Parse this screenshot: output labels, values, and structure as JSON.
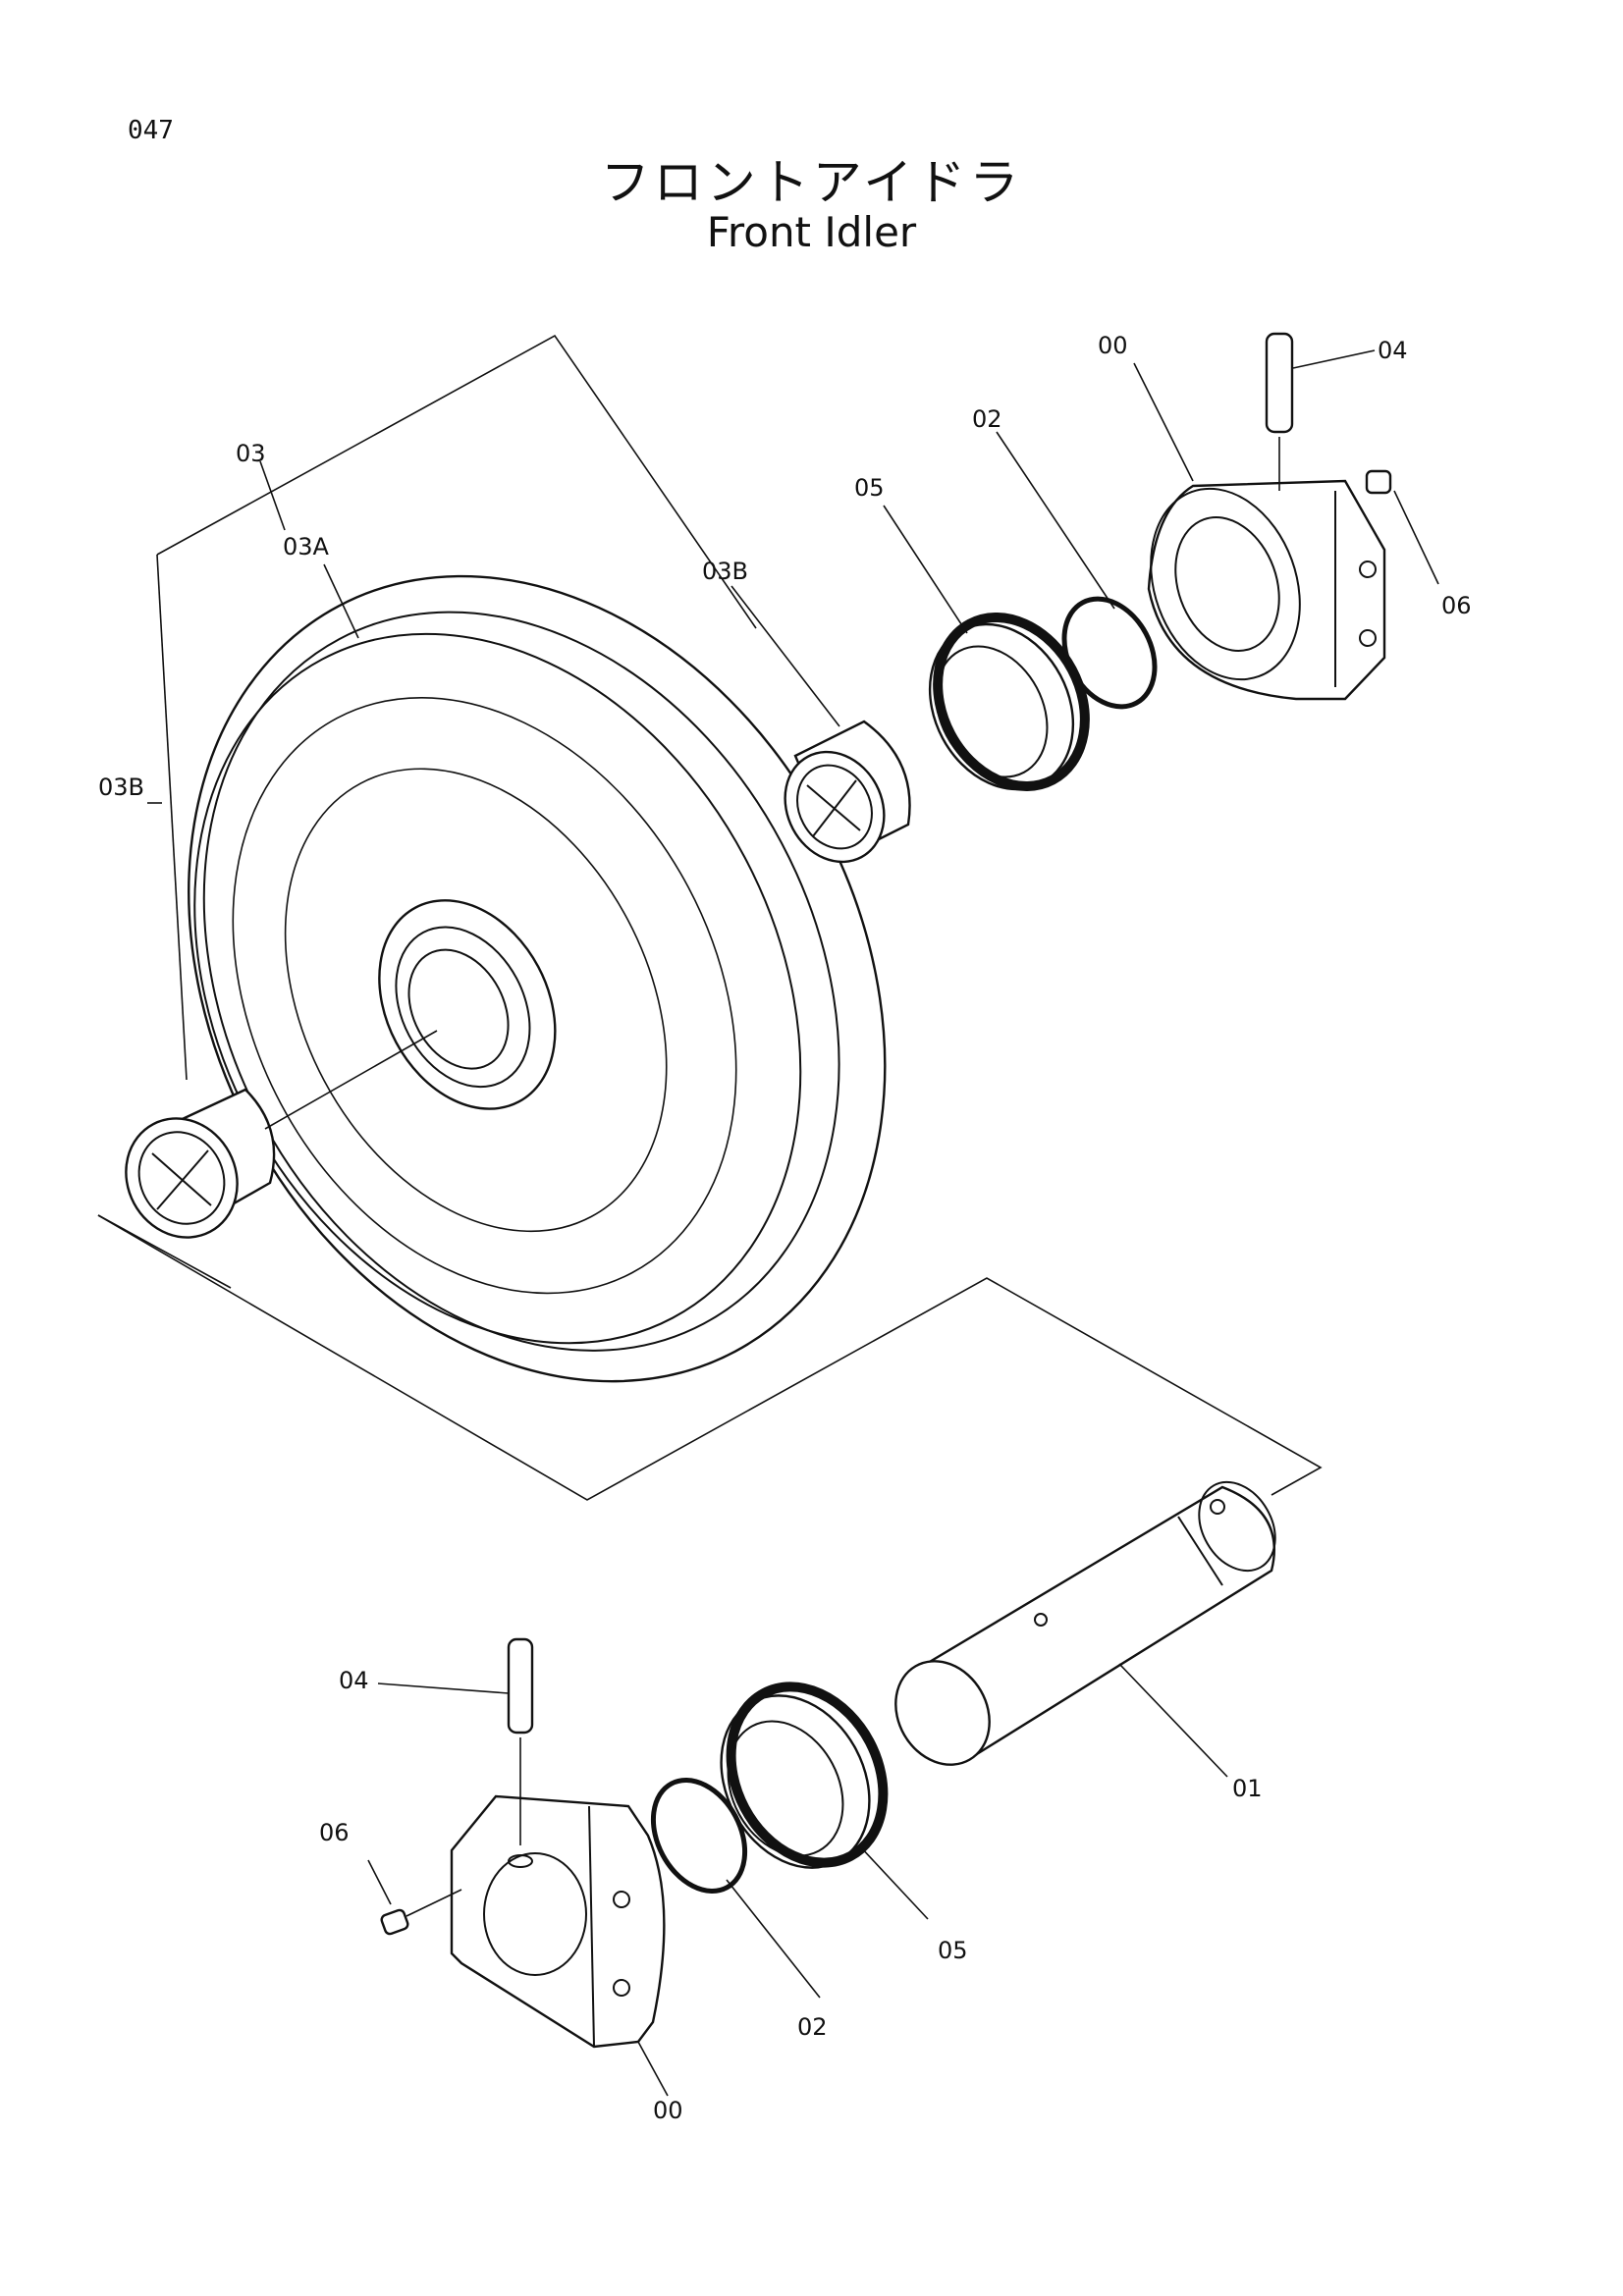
{
  "page": {
    "number": "047",
    "title_jp": "フロントアイドラ",
    "title_en": "Front Idler"
  },
  "callouts": {
    "c00_top": "00",
    "c04_top": "04",
    "c06_top": "06",
    "c02_top": "02",
    "c05_top": "05",
    "c03": "03",
    "c03A": "03A",
    "c03B_mid": "03B",
    "c03B_left": "03B",
    "c04_bot": "04",
    "c06_bot": "06",
    "c02_bot": "02",
    "c05_bot": "05",
    "c01": "01",
    "c00_bot": "00"
  }
}
